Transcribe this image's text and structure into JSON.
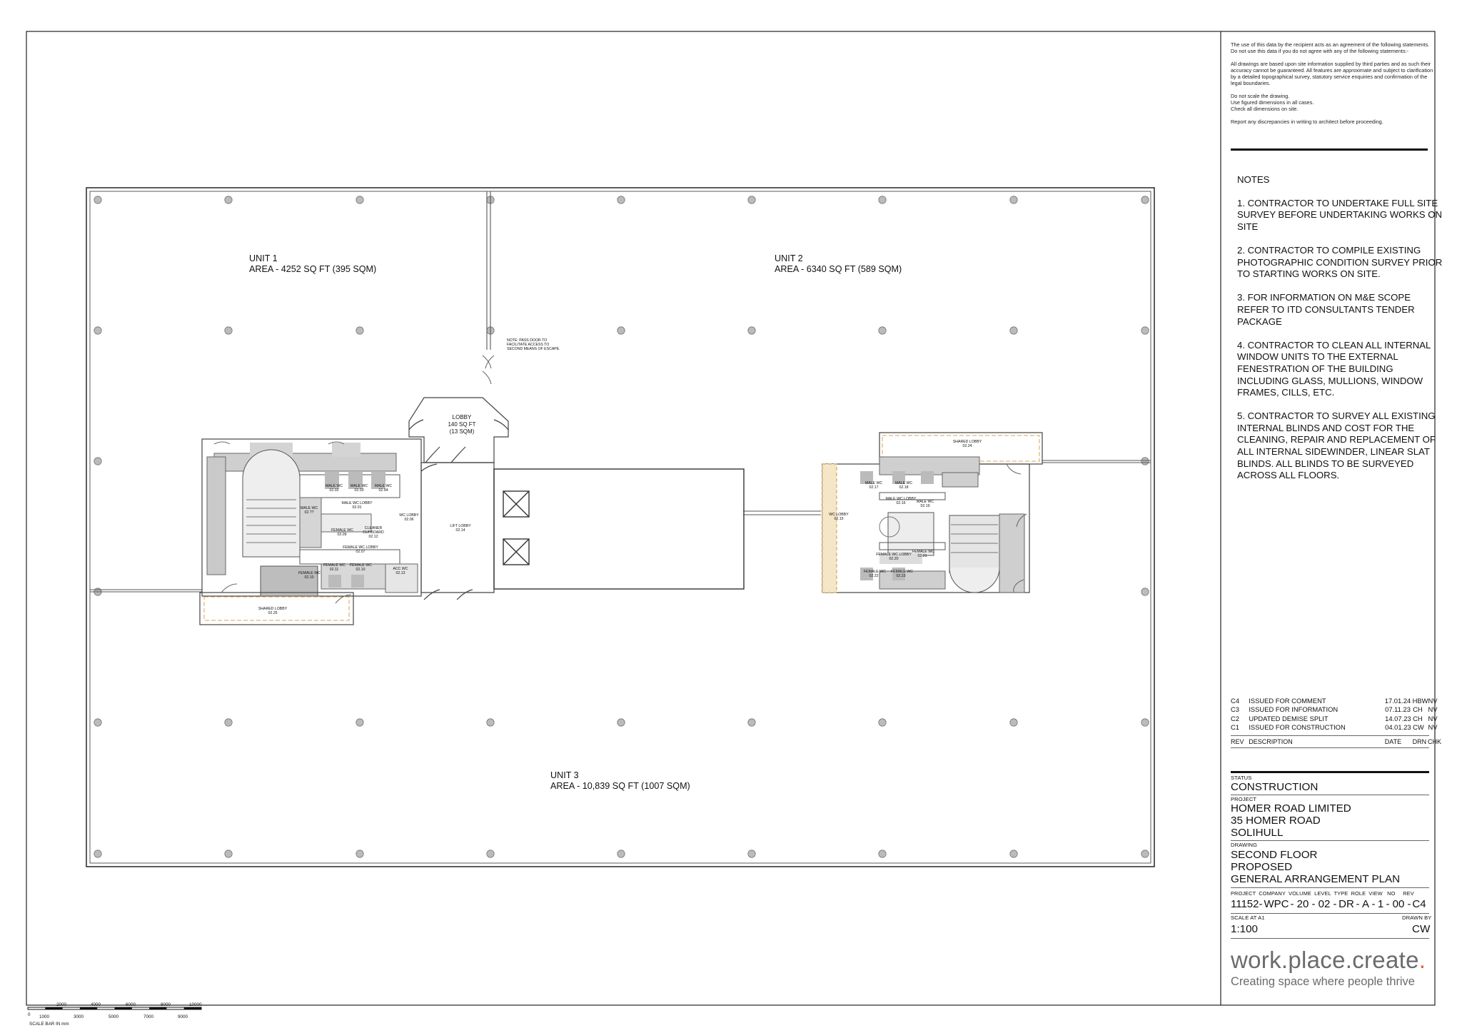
{
  "units": [
    {
      "name": "UNIT 1",
      "area": "AREA - 4252 SQ FT (395 SQM)"
    },
    {
      "name": "UNIT 2",
      "area": "AREA - 6340 SQ FT (589 SQM)"
    },
    {
      "name": "UNIT 3",
      "area": "AREA - 10,839 SQ FT (1007 SQM)"
    }
  ],
  "lobby": {
    "name": "LOBBY",
    "area1": "140 SQ FT",
    "area2": "(13 SQM)"
  },
  "pass_door_note": [
    "NOTE: PASS DOOR TO",
    "FACILITATE ACCESS TO",
    "SECOND MEANS OF ESCAPE."
  ],
  "rooms_left": {
    "male_wc_a": "MALE WC\n02.02",
    "male_wc_b": "MALE WC\n02.03",
    "male_wc_c": "MALE WC\n02.04",
    "male_wc_lobby": "MALE WC LOBBY\n02.01",
    "male_wc_d": "MALE WC\n02.??",
    "wc_lobby": "WC LOBBY\n02.06",
    "female_wc_a": "FEMALE WC\n02.09",
    "cleaner": "CLEANER\nCUPBOARD\n02.12",
    "female_wc_lobby": "FEMALE WC LOBBY\n02.07",
    "female_wc_b": "FEMALE WC\n02.10",
    "female_wc_c": "FEMALE WC\n02.11",
    "female_wc_d": "FEMALE WC\n02.10",
    "acc_wc": "ACC WC\n02.13",
    "lift_lobby": "LIFT LOBBY\n02.14",
    "shared_lobby": "SHARED LOBBY\n02.25"
  },
  "rooms_right": {
    "shared_lobby": "SHARED LOBBY\n02.24",
    "male_wc_a": "MALE WC\n02.17",
    "male_wc_b": "MALE WC\n02.18",
    "male_wc_lobby": "MALE WC LOBBY\n02.16",
    "male_wc_c": "MALE WC\n02.19",
    "wc_lobby": "WC LOBBY\n02.15",
    "female_wc_lobby": "FEMALE WC LOBBY\n02.20",
    "female_wc_a": "FEMALE WC\n02.21",
    "female_wc_b": "FEMALE WC\n02.22",
    "female_wc_c": "FEMALE WC\n02.23"
  },
  "disclaimer": [
    "The use of this data by the recipient acts as an agreement of the following statements. Do not use this data if you do not agree with any of the following statements:-",
    "All drawings are based upon site information supplied by third parties and as such their accuracy cannot be guaranteed. All features are approximate and subject to clarification by a detailed topographical survey, statutory service enquiries and confirmation of the legal boundaries.",
    "Do not scale the drawing.\nUse figured dimensions in all cases.\nCheck all dimensions on site.",
    "Report any discrepancies in writing to architect before proceeding."
  ],
  "notes": {
    "title": "NOTES",
    "items": [
      "1. CONTRACTOR TO UNDERTAKE FULL SITE SURVEY BEFORE UNDERTAKING WORKS ON SITE",
      "2. CONTRACTOR TO COMPILE EXISTING PHOTOGRAPHIC CONDITION SURVEY PRIOR TO STARTING WORKS ON SITE.",
      "3. FOR INFORMATION ON M&E SCOPE REFER TO ITD CONSULTANTS TENDER PACKAGE",
      "4. CONTRACTOR TO CLEAN ALL INTERNAL WINDOW UNITS TO THE EXTERNAL FENESTRATION OF THE BUILDING INCLUDING GLASS, MULLIONS, WINDOW FRAMES, CILLS, ETC.",
      "5. CONTRACTOR TO SURVEY ALL EXISTING INTERNAL BLINDS AND COST FOR THE CLEANING, REPAIR AND REPLACEMENT OF ALL INTERNAL SIDEWINDER, LINEAR SLAT BLINDS. ALL BLINDS TO BE SURVEYED ACROSS ALL FLOORS."
    ]
  },
  "revisions": [
    {
      "rev": "C4",
      "desc": "ISSUED FOR COMMENT",
      "date": "17.01.24",
      "drn": "HBW",
      "chk": "NV"
    },
    {
      "rev": "C3",
      "desc": "ISSUED FOR INFORMATION",
      "date": "07.11.23",
      "drn": "CH",
      "chk": "NV"
    },
    {
      "rev": "C2",
      "desc": "UPDATED DEMISE SPLIT",
      "date": "14.07.23",
      "drn": "CH",
      "chk": "NV"
    },
    {
      "rev": "C1",
      "desc": "ISSUED FOR CONSTRUCTION",
      "date": "04.01.23",
      "drn": "CW",
      "chk": "NV"
    }
  ],
  "rev_headers": {
    "rev": "REV",
    "desc": "DESCRIPTION",
    "date": "DATE",
    "drn": "DRN",
    "chk": "CHK"
  },
  "status": {
    "label": "STATUS",
    "value": "CONSTRUCTION"
  },
  "project": {
    "label": "PROJECT",
    "lines": [
      "HOMER ROAD LIMITED",
      "35 HOMER ROAD",
      "SOLIHULL"
    ]
  },
  "drawing": {
    "label": "DRAWING",
    "lines": [
      "SECOND FLOOR",
      "PROPOSED",
      "GENERAL ARRANGEMENT PLAN"
    ]
  },
  "code_headers": "PROJECT  COMPANY  VOLUME  LEVEL  TYPE  ROLE  VIEW   NO     REV",
  "code_parts": [
    "11152",
    "-",
    "WPC",
    "-",
    "20",
    "-",
    "02",
    "-",
    "DR",
    "-",
    "A",
    "-",
    "1",
    "-",
    "00",
    "-",
    "C4"
  ],
  "scale": {
    "label": "SCALE AT A1",
    "value": "1:100"
  },
  "drawn_by": {
    "label": "DRAWN BY",
    "value": "CW"
  },
  "logo": {
    "word1": "work",
    "dot": ".",
    "word2": "place",
    "word3": "create",
    "tagline": "Creating space where people thrive"
  },
  "scale_bar": {
    "top_ticks": [
      "2000",
      "4000",
      "6000",
      "8000",
      "10000"
    ],
    "bottom_ticks": [
      "0",
      "1000",
      "3000",
      "5000",
      "7000",
      "9000"
    ],
    "caption": "SCALE BAR IN mm"
  }
}
